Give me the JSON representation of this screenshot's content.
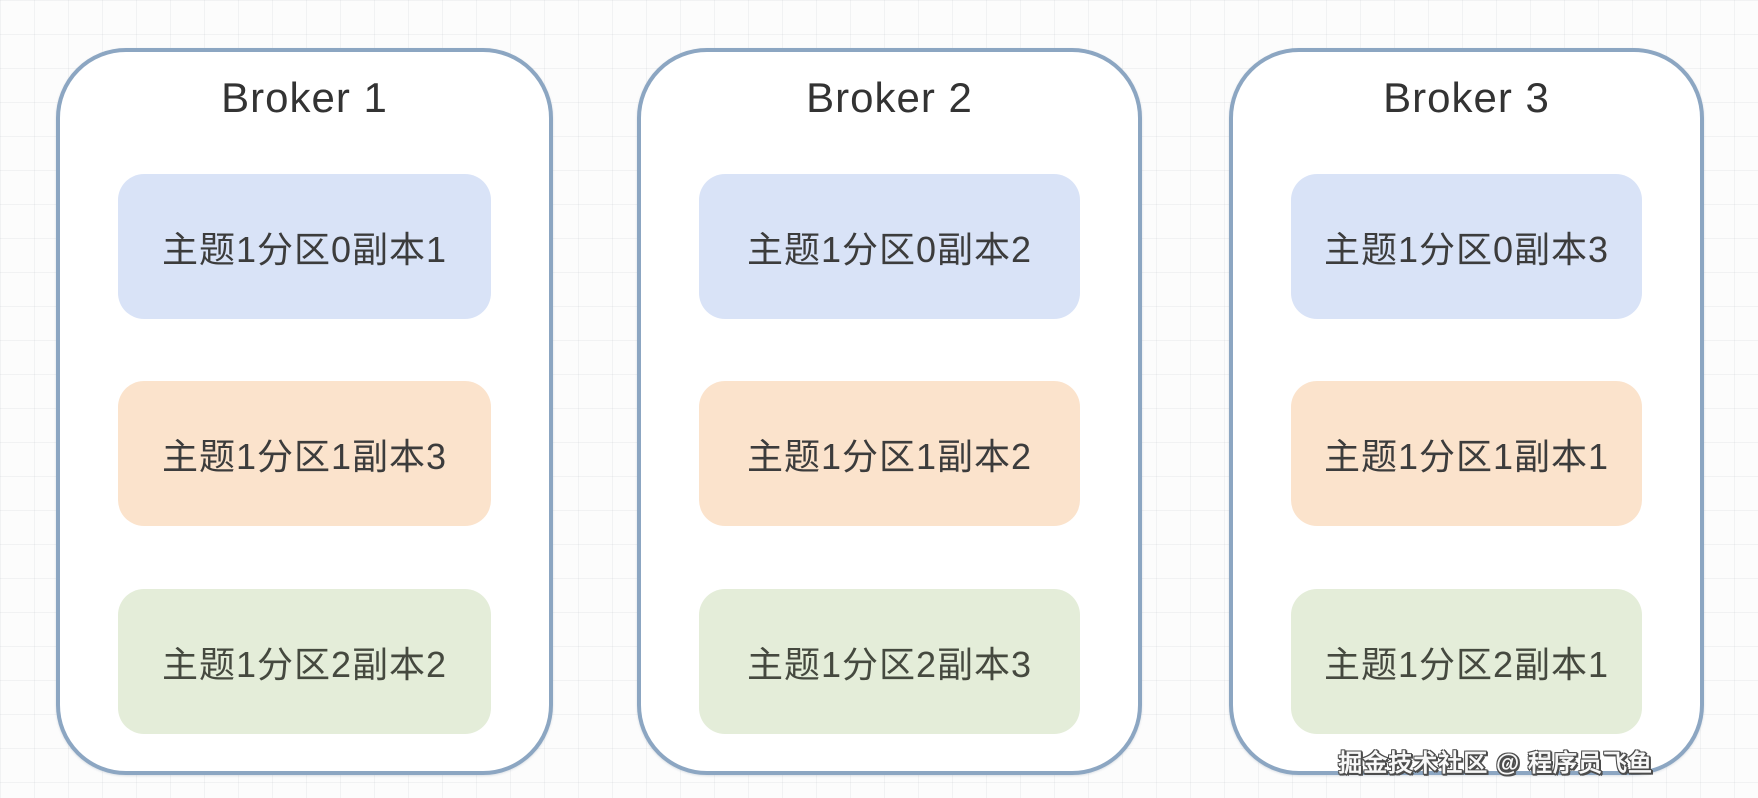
{
  "brokers": [
    {
      "title": "Broker 1",
      "replicas": [
        {
          "label": "主题1分区0副本1",
          "color": "#d9e3f7"
        },
        {
          "label": "主题1分区1副本3",
          "color": "#fbe3cc"
        },
        {
          "label": "主题1分区2副本2",
          "color": "#e4edd9"
        }
      ]
    },
    {
      "title": "Broker 2",
      "replicas": [
        {
          "label": "主题1分区0副本2",
          "color": "#d9e3f7"
        },
        {
          "label": "主题1分区1副本2",
          "color": "#fbe3cc"
        },
        {
          "label": "主题1分区2副本3",
          "color": "#e4edd9"
        }
      ]
    },
    {
      "title": "Broker 3",
      "replicas": [
        {
          "label": "主题1分区0副本3",
          "color": "#d9e3f7"
        },
        {
          "label": "主题1分区1副本1",
          "color": "#fbe3cc"
        },
        {
          "label": "主题1分区2副本1",
          "color": "#e4edd9"
        }
      ]
    }
  ],
  "colors": {
    "broker_border": "#8ca6c2",
    "replica_blue": "#d9e3f7",
    "replica_orange": "#fbe3cc",
    "replica_green": "#e4edd9",
    "text": "#3c3c3c"
  },
  "watermark": "掘金技术社区 @ 程序员飞鱼"
}
